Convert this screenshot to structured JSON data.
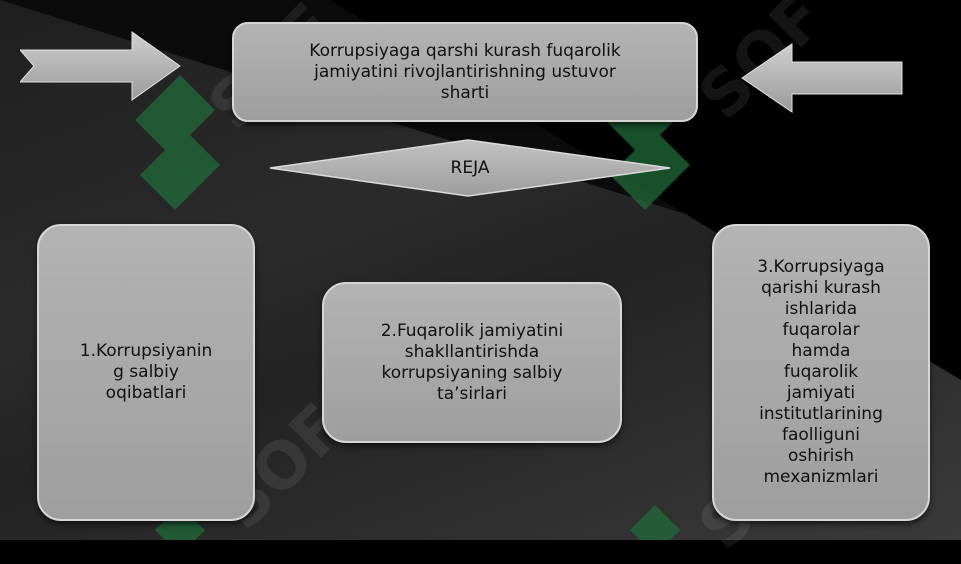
{
  "diagram": {
    "title": "Korrupsiyaga qarshi kurash fuqarolik\njamiyatini rivojlantirishning ustuvor\nsharti",
    "center_label": "REJA",
    "items": [
      "1.Korrupsiyanin\ng salbiy\noqibatlari",
      "2.Fuqarolik jamiyatini\nshakllantirishda\nkorrupsiyaning salbiy\nta’sirlari",
      "3.Korrupsiyaga\nqarishi kurash\nishlarida\nfuqarolar\nhamda\nfuqarolik\njamiyati\ninstitutlarining\nfaolliguni\noshirish\nmexanizmlari"
    ],
    "watermark": "SOF"
  },
  "colors": {
    "box_fill": "#a8a8a8",
    "box_border": "#d6d6d6",
    "watermark_green": "#1f6b3a"
  }
}
